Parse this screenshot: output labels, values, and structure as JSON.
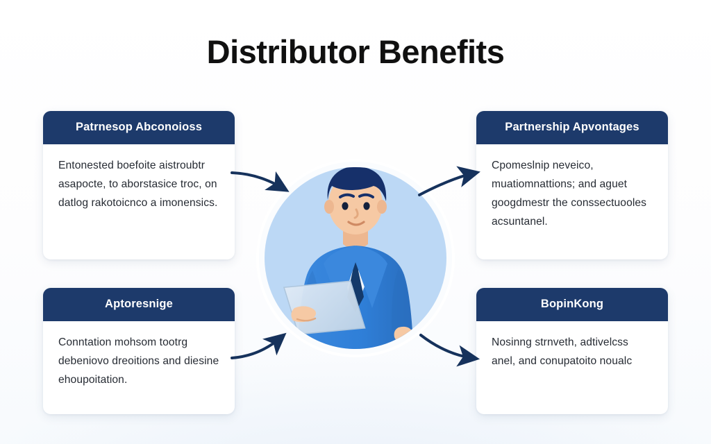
{
  "page": {
    "title": "Distributor Benefits",
    "background_color": "#fdfdfe",
    "accent_navy": "#1d3a6b",
    "arrow_color": "#16325c",
    "circle_color": "#bcd8f5"
  },
  "cards": [
    {
      "position": "top-left",
      "header": "Patrnesop Abconoioss",
      "body": "Entonested boefoite aistroubtr asapocte, to aborstasice troc, on datlog rakotoicnco a imonensics."
    },
    {
      "position": "top-right",
      "header": "Partnership Apvontages",
      "body": "Cpomeslnip neveico, muatiomnattions; and aguet googdmestr the conssectuooles acsuntanel."
    },
    {
      "position": "bottom-left",
      "header": "Aptoresnige",
      "body": "Conntation mohsom tootrg debeniovo dreoitions and diesine ehoupoitation."
    },
    {
      "position": "bottom-right",
      "header": "BopinKong",
      "body": "Nosinng strnveth, adtivelcss anel, and conupatoito noualc"
    }
  ],
  "illustration": {
    "name": "businessman-with-tablet",
    "suit_color": "#2f7fd8",
    "suit_shadow": "#2a6fc0",
    "tie_color": "#143a6b",
    "hair_color": "#16306a",
    "skin_color": "#f6c9a4",
    "shirt_color": "#f3f7fc",
    "tablet_color": "#cdddee"
  },
  "arrows": [
    {
      "name": "arrow-top-left-inward",
      "direction": "down-right"
    },
    {
      "name": "arrow-top-right-outward",
      "direction": "up-right"
    },
    {
      "name": "arrow-bottom-left-inward",
      "direction": "up-right"
    },
    {
      "name": "arrow-bottom-right-outward",
      "direction": "down-right"
    }
  ]
}
